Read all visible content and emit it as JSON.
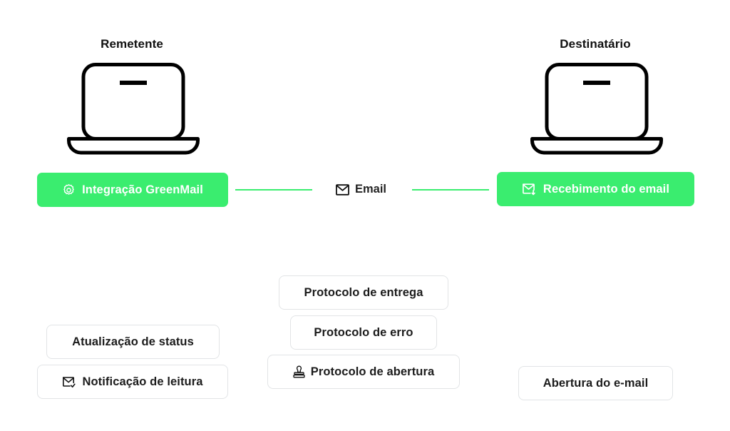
{
  "diagram": {
    "background_color": "#ffffff",
    "accent_color": "#3aed6f",
    "text_color": "#101010",
    "box_border_color": "#e2e4e6"
  },
  "actors": {
    "sender": {
      "title": "Remetente",
      "device_icon": "laptop-icon",
      "action": {
        "label": "Integração GreenMail",
        "icon": "gear-icon",
        "color": "#3aed6f"
      }
    },
    "recipient": {
      "title": "Destinatário",
      "device_icon": "laptop-icon",
      "action": {
        "label": "Recebimento do email",
        "icon": "mail-download-icon",
        "color": "#3aed6f"
      }
    }
  },
  "transport": {
    "label": "Email",
    "icon": "envelope-icon",
    "line_color": "#3aed6f"
  },
  "protocols": [
    {
      "label": "Protocolo de entrega",
      "icon": null
    },
    {
      "label": "Protocolo de erro",
      "icon": null
    },
    {
      "label": "Protocolo de abertura",
      "icon": "stamp-icon"
    }
  ],
  "sender_events": [
    {
      "label": "Atualização de status",
      "icon": null
    },
    {
      "label": "Notificação de leitura",
      "icon": "mail-check-icon"
    }
  ],
  "recipient_events": [
    {
      "label": "Abertura do e-mail",
      "icon": null
    }
  ]
}
